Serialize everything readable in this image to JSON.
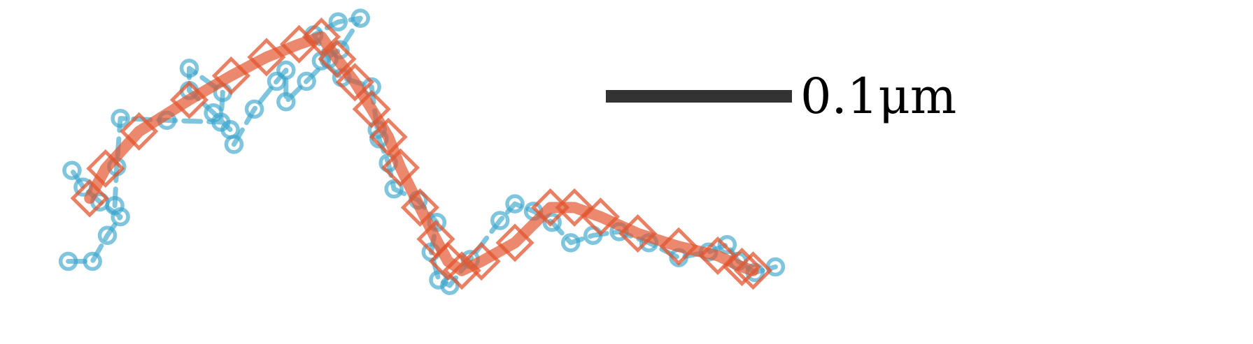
{
  "colors": {
    "background": "#ffffff",
    "fine_track": "#3aa6cc",
    "coarse_track": "#e2562f",
    "scale_bar": "#333333"
  },
  "scale_bar": {
    "label": "0.1μm",
    "length_um": 0.1
  },
  "coarse_track": {
    "marker": "square",
    "line_style": "solid",
    "points": [
      [
        -0.215,
        0.1355
      ],
      [
        -0.2065,
        0.1515
      ],
      [
        -0.1885,
        0.1715
      ],
      [
        -0.1615,
        0.1885
      ],
      [
        -0.139,
        0.2015
      ],
      [
        -0.12,
        0.2115
      ],
      [
        -0.1025,
        0.2185
      ],
      [
        -0.0905,
        0.2225
      ],
      [
        -0.082,
        0.2105
      ],
      [
        -0.0725,
        0.198
      ],
      [
        -0.0635,
        0.1835
      ],
      [
        -0.0545,
        0.1685
      ],
      [
        -0.048,
        0.152
      ],
      [
        -0.0375,
        0.1305
      ],
      [
        -0.029,
        0.1135
      ],
      [
        -0.0225,
        0.1015
      ],
      [
        -0.015,
        0.0965
      ],
      [
        -0.0045,
        0.1015
      ],
      [
        0.0135,
        0.1115
      ],
      [
        0.0325,
        0.1305
      ],
      [
        0.0455,
        0.1305
      ],
      [
        0.0595,
        0.1255
      ],
      [
        0.0795,
        0.1165
      ],
      [
        0.1015,
        0.1095
      ],
      [
        0.1225,
        0.1045
      ],
      [
        0.1355,
        0.0985
      ],
      [
        0.1415,
        0.0965
      ]
    ]
  },
  "fine_track": {
    "marker": "circle",
    "line_style": "dashed",
    "segments": [
      [
        [
          -0.2265,
          0.1015
        ],
        [
          -0.2135,
          0.1015
        ],
        [
          -0.2055,
          0.1155
        ],
        [
          -0.1985,
          0.1255
        ],
        [
          -0.2095,
          0.1335
        ],
        [
          -0.2185,
          0.1415
        ],
        [
          -0.2245,
          0.1505
        ]
      ],
      [
        [
          -0.2015,
          0.1315
        ],
        [
          -0.2005,
          0.1525
        ],
        [
          -0.1985,
          0.1785
        ],
        [
          -0.1735,
          0.1775
        ],
        [
          -0.1445,
          0.1765
        ],
        [
          -0.1435,
          0.1925
        ],
        [
          -0.1615,
          0.2055
        ],
        [
          -0.1615,
          0.1935
        ],
        [
          -0.1485,
          0.1815
        ],
        [
          -0.1395,
          0.1725
        ]
      ],
      [
        [
          -0.1375,
          0.1645
        ],
        [
          -0.1265,
          0.1835
        ],
        [
          -0.1145,
          0.1985
        ],
        [
          -0.1095,
          0.2045
        ],
        [
          -0.1095,
          0.1875
        ],
        [
          -0.0985,
          0.1985
        ],
        [
          -0.0865,
          0.2105
        ],
        [
          -0.0945,
          0.2235
        ],
        [
          -0.0815,
          0.2305
        ],
        [
          -0.0695,
          0.2325
        ],
        [
          -0.0805,
          0.2155
        ],
        [
          -0.0905,
          0.2095
        ],
        [
          -0.0795,
          0.2005
        ],
        [
          -0.0635,
          0.1955
        ],
        [
          -0.0605,
          0.1725
        ],
        [
          -0.0595,
          0.1675
        ],
        [
          -0.0545,
          0.1545
        ],
        [
          -0.0515,
          0.1405
        ],
        [
          -0.0385,
          0.1345
        ],
        [
          -0.0285,
          0.1225
        ],
        [
          -0.0315,
          0.1065
        ],
        [
          -0.0275,
          0.0915
        ],
        [
          -0.0215,
          0.0885
        ],
        [
          -0.0105,
          0.1025
        ],
        [
          0.0055,
          0.1235
        ],
        [
          0.0135,
          0.1325
        ],
        [
          0.0235,
          0.1285
        ],
        [
          0.0335,
          0.1225
        ],
        [
          0.0435,
          0.1115
        ],
        [
          0.0555,
          0.1155
        ],
        [
          0.0695,
          0.1175
        ],
        [
          0.0855,
          0.1115
        ],
        [
          0.1015,
          0.1035
        ],
        [
          0.1175,
          0.1065
        ],
        [
          0.1275,
          0.1105
        ],
        [
          0.1335,
          0.1015
        ],
        [
          0.1425,
          0.0955
        ],
        [
          0.1535,
          0.0985
        ]
      ]
    ]
  }
}
